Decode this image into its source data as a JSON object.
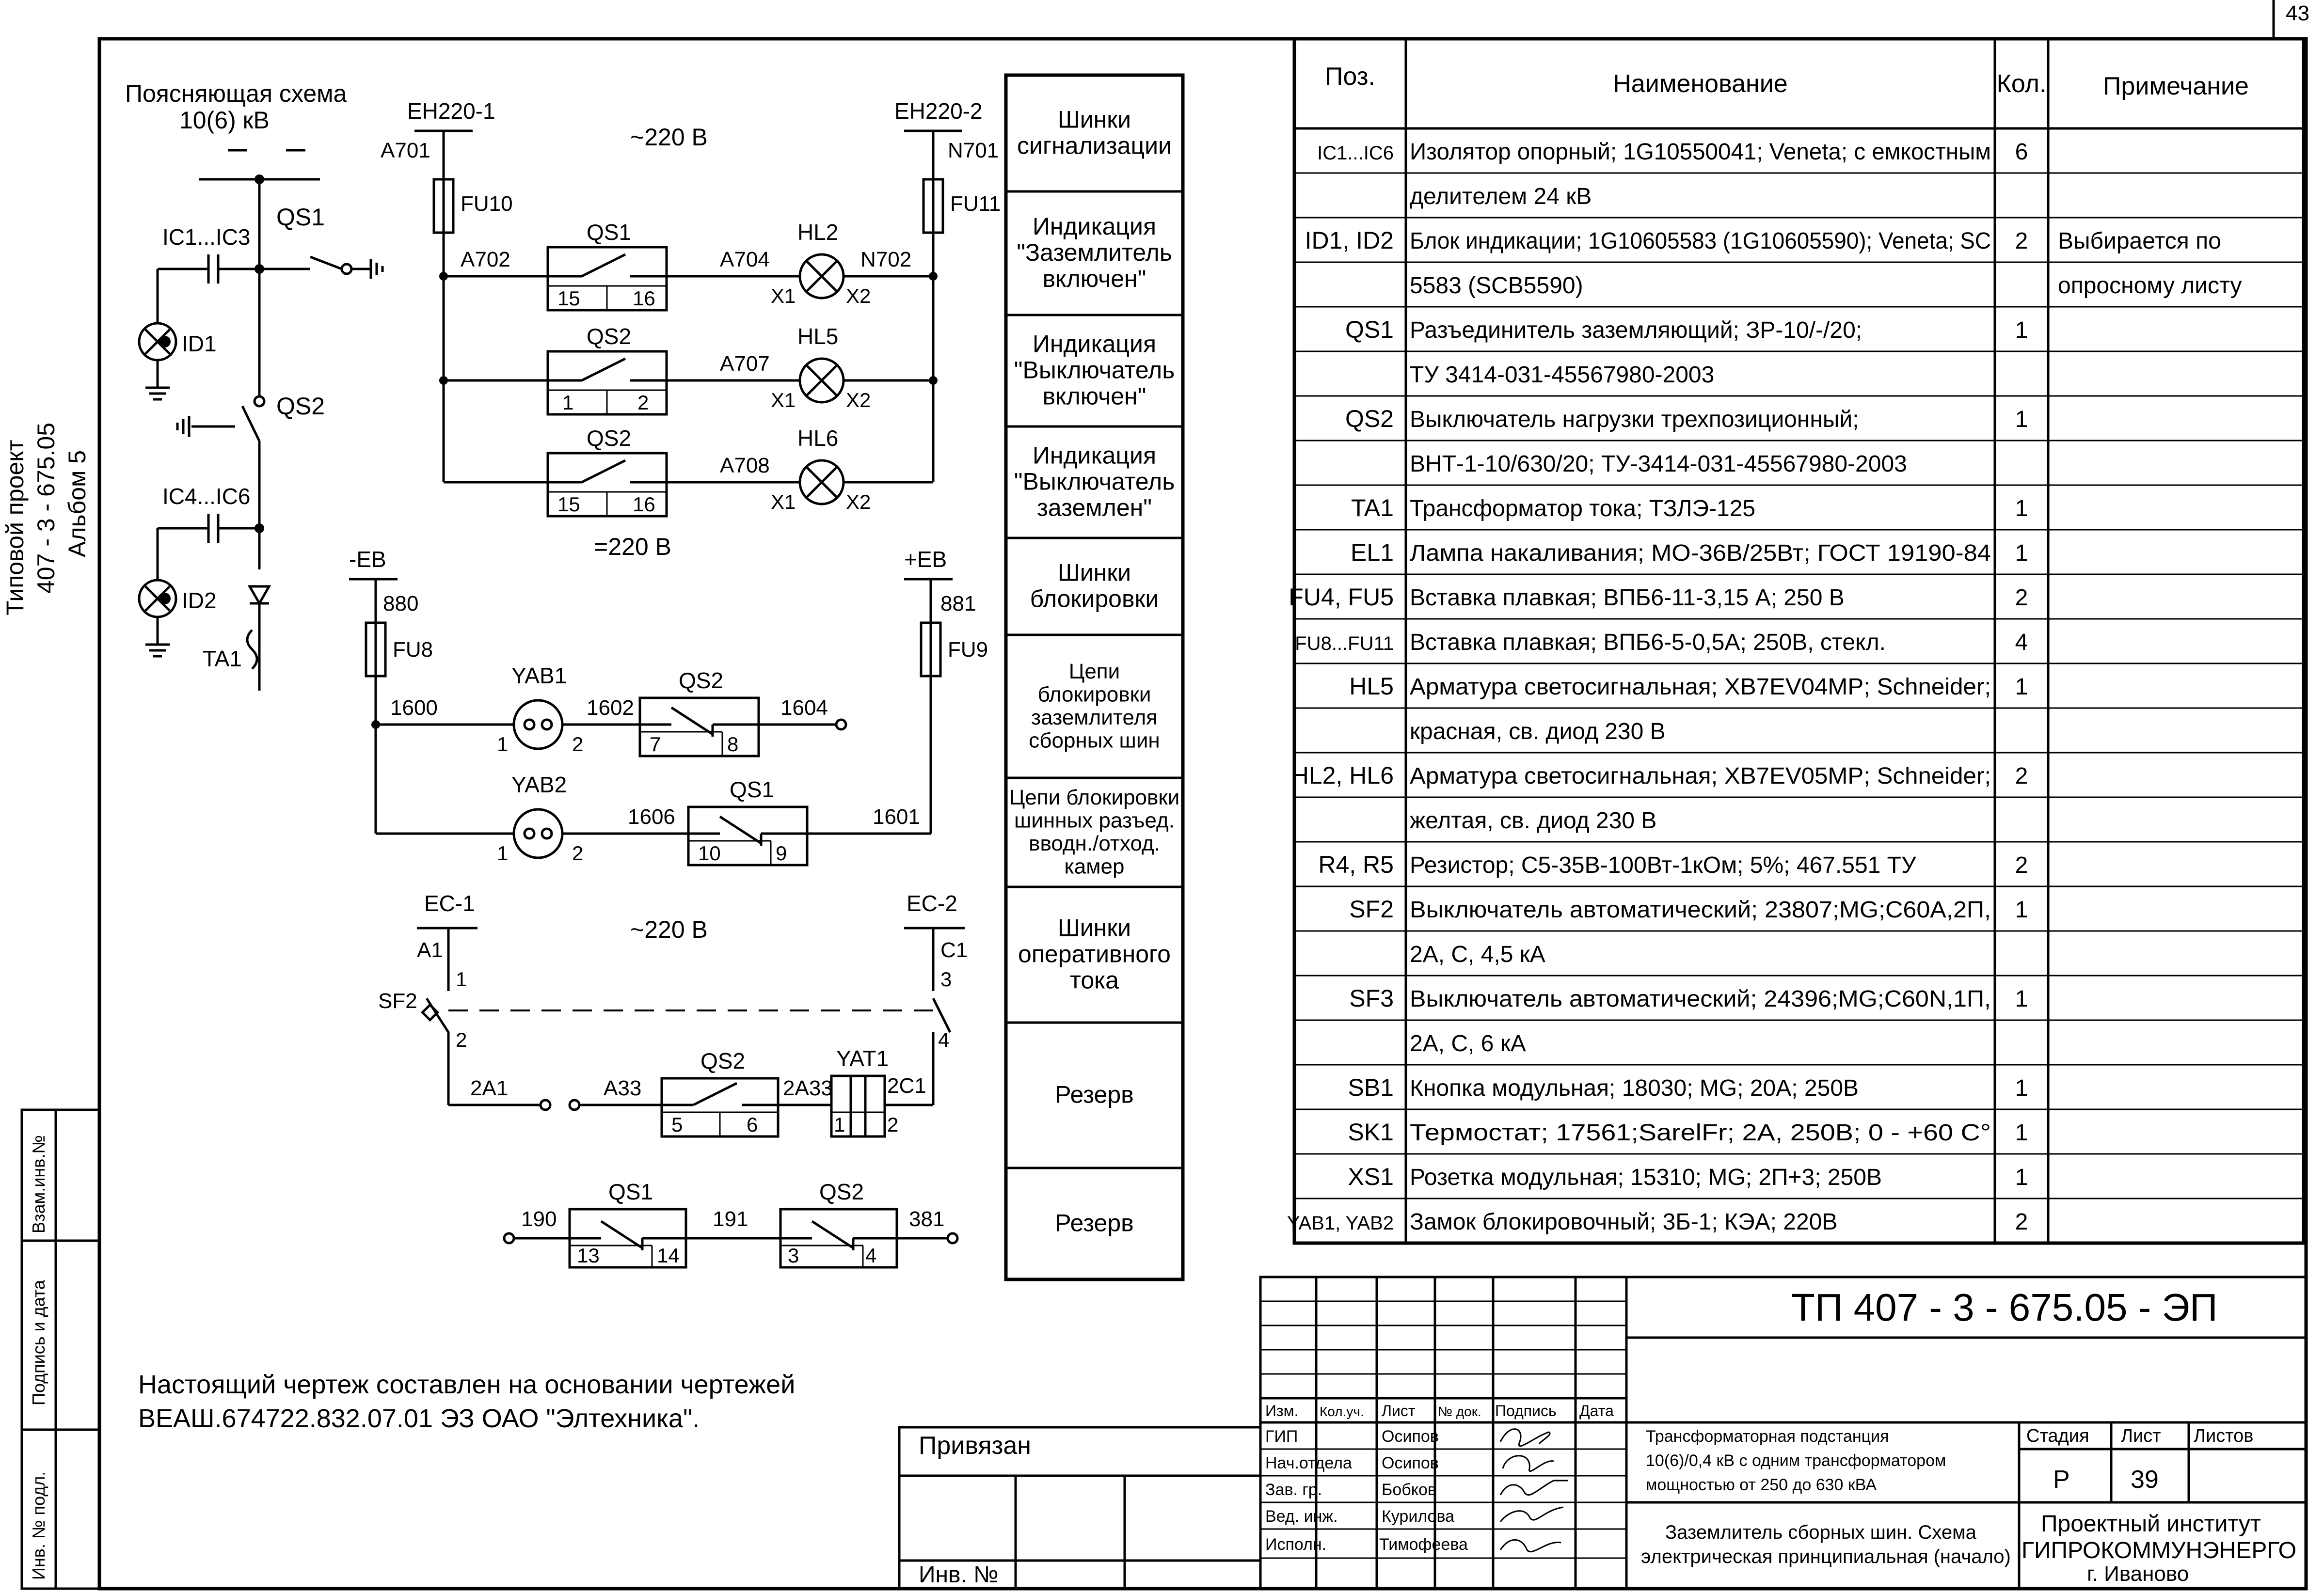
{
  "sheet_number": "43",
  "left_margin": {
    "project": "Типовой проект",
    "code": "407 - 3 - 675.05",
    "album": "Альбом 5",
    "stamp_cells": [
      "Взам.инв.№",
      "Подпись и дата",
      "Инв. № подл."
    ]
  },
  "scheme_title": [
    "Поясняющая схема",
    "10(6) кВ"
  ],
  "single_line": {
    "ic13": "IC1...IC3",
    "qs1": "QS1",
    "id1": "ID1",
    "qs2": "QS2",
    "ic46": "IC4...IC6",
    "id2": "ID2",
    "ta1": "TA1"
  },
  "signal": {
    "bus_left": "EH220-1",
    "bus_right": "EH220-2",
    "voltage": "~220 В",
    "voltage_bottom": "=220 В",
    "a701": "A701",
    "n701": "N701",
    "fu10": "FU10",
    "fu11": "FU11",
    "a702": "A702",
    "n702": "N702",
    "a704": "A704",
    "a707": "A707",
    "a708": "A708",
    "qs1": "QS1",
    "qs2a": "QS2",
    "qs2b": "QS2",
    "hl2": "HL2",
    "hl5": "HL5",
    "hl6": "HL6",
    "x1": "X1",
    "x2": "X2",
    "c15a": "15",
    "c16a": "16",
    "c1": "1",
    "c2": "2",
    "c15b": "15",
    "c16b": "16"
  },
  "interlock": {
    "bus_left": "-EB",
    "bus_right": "+EB",
    "n880": "880",
    "n881": "881",
    "fu8": "FU8",
    "fu9": "FU9",
    "n1600": "1600",
    "n1601": "1601",
    "n1602": "1602",
    "n1604": "1604",
    "n1606": "1606",
    "yab1": "YAB1",
    "yab2": "YAB2",
    "qs2": "QS2",
    "qs1": "QS1",
    "p1": "1",
    "p2": "2",
    "c7": "7",
    "c8": "8",
    "c10": "10",
    "c9": "9"
  },
  "operative": {
    "bus_left": "EC-1",
    "bus_right": "EC-2",
    "voltage": "~220 В",
    "a1": "A1",
    "c1": "C1",
    "sf2": "SF2",
    "p1": "1",
    "p2": "2",
    "p3": "3",
    "p4": "4",
    "n2a1": "2A1",
    "a33": "A33",
    "n2a33": "2A33",
    "n2c1": "2C1",
    "qs2": "QS2",
    "yat1": "YAT1",
    "c5": "5",
    "c6": "6",
    "y1": "1",
    "y2": "2"
  },
  "reserve_chain": {
    "n190": "190",
    "n191": "191",
    "n381": "381",
    "qs1": "QS1",
    "qs2": "QS2",
    "c13": "13",
    "c14": "14",
    "c3": "3",
    "c4": "4"
  },
  "bus_labels": [
    "Шинки\nсигнализации",
    "Индикация\n\"Заземлитель\nвключен\"",
    "Индикация\n\"Выключатель\nвключен\"",
    "Индикация\n\"Выключатель\nзаземлен\"",
    "Шинки\nблокировки",
    "Цепи\nблокировки\nзаземлителя\nсборных шин",
    "Цепи блокировки\nшинных разъед.\nвводн./отход.\nкамер",
    "Шинки\nоперативного\nтока",
    "Резерв",
    "Резерв"
  ],
  "parts_table": {
    "headers": [
      "Поз.",
      "Наименование",
      "Кол.",
      "Примечание"
    ],
    "rows": [
      [
        "IC1...IC6",
        "Изолятор опорный; 1G10550041; Veneta; с емкостным",
        "6",
        ""
      ],
      [
        "",
        "делителем 24 кВ",
        "",
        ""
      ],
      [
        "ID1, ID2",
        "Блок индикации; 1G10605583 (1G10605590); Veneta; SC",
        "2",
        "Выбирается по"
      ],
      [
        "",
        "5583 (SCB5590)",
        "",
        "опросному листу"
      ],
      [
        "QS1",
        "Разъединитель заземляющий; ЗР-10/-/20;",
        "1",
        ""
      ],
      [
        "",
        "ТУ 3414-031-45567980-2003",
        "",
        ""
      ],
      [
        "QS2",
        "Выключатель нагрузки трехпозиционный;",
        "1",
        ""
      ],
      [
        "",
        "ВНТ-1-10/630/20; ТУ-3414-031-45567980-2003",
        "",
        ""
      ],
      [
        "TA1",
        "Трансформатор тока; ТЗЛЭ-125",
        "1",
        ""
      ],
      [
        "EL1",
        "Лампа накаливания; МО-36В/25Вт; ГОСТ 19190-84",
        "1",
        ""
      ],
      [
        "FU4, FU5",
        "Вставка плавкая; ВПБ6-11-3,15 А; 250 В",
        "2",
        ""
      ],
      [
        "FU8...FU11",
        "Вставка плавкая; ВПБ6-5-0,5А; 250В, стекл.",
        "4",
        ""
      ],
      [
        "HL5",
        "Арматура светосигнальная; XB7EV04MP; Schneider;",
        "1",
        ""
      ],
      [
        "",
        "красная, св. диод 230 В",
        "",
        ""
      ],
      [
        "HL2, HL6",
        "Арматура светосигнальная; XB7EV05MP; Schneider;",
        "2",
        ""
      ],
      [
        "",
        "желтая, св. диод 230 В",
        "",
        ""
      ],
      [
        "R4, R5",
        "Резистор; С5-35В-100Вт-1кОм; 5%; 467.551 ТУ",
        "2",
        ""
      ],
      [
        "SF2",
        "Выключатель автоматический; 23807;MG;C60A,2П,",
        "1",
        ""
      ],
      [
        "",
        "2А, С, 4,5 кА",
        "",
        ""
      ],
      [
        "SF3",
        "Выключатель автоматический; 24396;MG;C60N,1П,",
        "1",
        ""
      ],
      [
        "",
        "2А, С, 6 кА",
        "",
        ""
      ],
      [
        "SB1",
        "Кнопка модульная; 18030; MG; 20А; 250В",
        "1",
        ""
      ],
      [
        "SK1",
        "Термостат; 17561;SarelFr; 2А, 250В; 0 - +60  C°",
        "1",
        ""
      ],
      [
        "XS1",
        "Розетка модульная; 15310; MG; 2П+3; 250В",
        "1",
        ""
      ],
      [
        "YAB1, YAB2",
        "Замок блокировочный; 3Б-1; КЭА; 220В",
        "2",
        ""
      ]
    ]
  },
  "note": [
    "Настоящий чертеж составлен на основании чертежей",
    "ВЕАШ.674722.832.07.01 ЭЗ  ОАО \"Элтехника\"."
  ],
  "title_block": {
    "doc_code": "ТП  407 - 3 - 675.05 - ЭП",
    "column_heads": [
      "Изм.",
      "Кол.уч.",
      "Лист",
      "№ док.",
      "Подпись",
      "Дата"
    ],
    "roles": [
      "ГИП",
      "Нач.отдела",
      "Зав. гр.",
      "Вед. инж.",
      "Исполн."
    ],
    "names": [
      "Осипов",
      "Осипов",
      "Бобков",
      "Курилова",
      "Тимофеева"
    ],
    "object": [
      "Трансформаторная подстанция",
      "10(6)/0,4 кВ с одним трансформатором",
      "мощностью от 250 до 630 кВА"
    ],
    "sheet_title": [
      "Заземлитель сборных шин. Схема",
      "электрическая принципиальная (начало)"
    ],
    "stage_head": "Стадия",
    "sheet_head": "Лист",
    "sheets_head": "Листов",
    "stage": "Р",
    "sheet": "39",
    "org": [
      "Проектный институт",
      "ГИПРОКОММУНЭНЕРГО",
      "г. Иваново"
    ],
    "tied": "Привязан",
    "inv": "Инв. №"
  }
}
